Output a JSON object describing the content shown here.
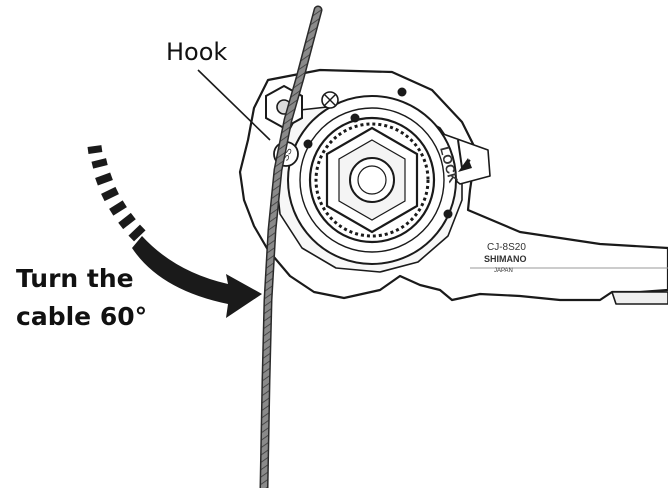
{
  "labels": {
    "hook": "Hook",
    "turn_line1": "Turn the",
    "turn_line2": "cable 60°"
  },
  "tool": {
    "model": "CJ-8S20",
    "brand": "SHIMANO",
    "origin": "JAPAN",
    "lock": "LOCK",
    "marking": "SS"
  },
  "colors": {
    "ink": "#1a1a1a",
    "cable": "#666666",
    "body_fill": "#ffffff",
    "shade": "#e6e6e6"
  }
}
